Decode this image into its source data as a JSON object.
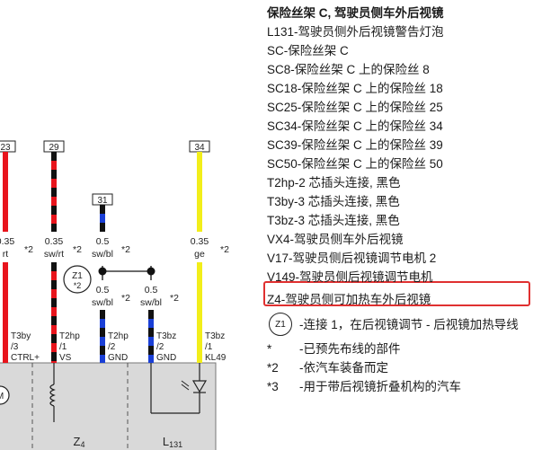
{
  "title": "保险丝架 C, 驾驶员侧车外后视镜",
  "legend": [
    {
      "code": "L131",
      "desc": "-驾驶员侧外后视镜警告灯泡"
    },
    {
      "code": "SC",
      "desc": "-保险丝架 C"
    },
    {
      "code": "SC8",
      "desc": "-保险丝架 C 上的保险丝 8"
    },
    {
      "code": "SC18",
      "desc": "-保险丝架 C 上的保险丝 18"
    },
    {
      "code": "SC25",
      "desc": "-保险丝架 C 上的保险丝 25"
    },
    {
      "code": "SC34",
      "desc": "-保险丝架 C 上的保险丝 34"
    },
    {
      "code": "SC39",
      "desc": "-保险丝架 C 上的保险丝 39"
    },
    {
      "code": "SC50",
      "desc": "-保险丝架 C 上的保险丝 50"
    },
    {
      "code": "T2hp",
      "desc": "-2 芯插头连接, 黑色"
    },
    {
      "code": "T3by",
      "desc": "-3 芯插头连接, 黑色"
    },
    {
      "code": "T3bz",
      "desc": "-3 芯插头连接, 黑色"
    },
    {
      "code": "VX4",
      "desc": "-驾驶员侧车外后视镜"
    },
    {
      "code": "V17",
      "desc": "-驾驶员侧后视镜调节电机 2"
    },
    {
      "code": "V149",
      "desc": "-驾驶员侧后视镜调节电机"
    },
    {
      "code": "Z4",
      "desc": "-驾驶员侧可加热车外后视镜"
    }
  ],
  "connector_note": {
    "symbol": "Z1",
    "desc": "-连接 1，在后视镜调节 - 后视镜加热导线"
  },
  "notes": [
    {
      "code": "*",
      "desc": "-已预先布线的部件"
    },
    {
      "code": "*2",
      "desc": "-依汽车装备而定"
    },
    {
      "code": "*3",
      "desc": "-用于带后视镜折叠机构的汽车"
    }
  ],
  "highlight_color": "#e03030",
  "diagram": {
    "wires": [
      {
        "num": "23",
        "gauge": "0.35",
        "color_code": "rt",
        "star": "*2",
        "pin_label": "T3by",
        "pin_num": "/3",
        "signal": "CTRL+"
      },
      {
        "num": "29",
        "gauge": "0.35",
        "color_code": "sw/rt",
        "star": "*2",
        "pin_label": "T2hp",
        "pin_num": "/1",
        "signal": "VS"
      },
      {
        "num": "31",
        "gauge": "0.5",
        "color_code": "sw/bl",
        "star": "*2",
        "pin_label": "T2hp",
        "pin_num": "/2",
        "signal": "GND"
      },
      {
        "num": "",
        "gauge": "0.5",
        "color_code": "sw/bl",
        "star": "*2",
        "pin_label": "T3bz",
        "pin_num": "/2",
        "signal": "GND"
      },
      {
        "num": "34",
        "gauge": "0.35",
        "color_code": "ge",
        "star": "*2",
        "pin_label": "T3bz",
        "pin_num": "/1",
        "signal": "KL49"
      }
    ],
    "upper_wire_31": {
      "gauge": "0.5",
      "color_code": "sw/bl",
      "star": "*2"
    },
    "connector_symbol": {
      "label": "Z1",
      "star": "*2"
    },
    "components": [
      {
        "label": "Z",
        "sub": "4"
      },
      {
        "label": "L",
        "sub": "131"
      }
    ],
    "wire_colors": {
      "red": "#e8141c",
      "black": "#111111",
      "blue": "#1a3fd6",
      "yellow": "#f2ee1a"
    }
  }
}
